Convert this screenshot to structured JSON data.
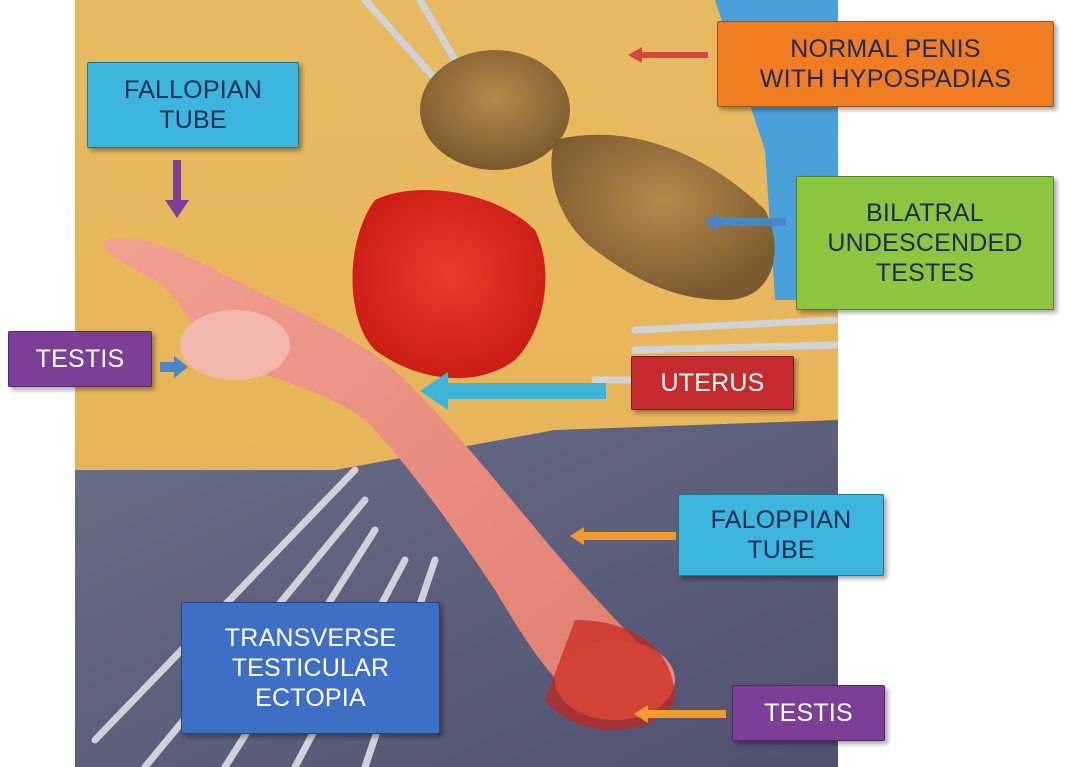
{
  "labels": {
    "normal_penis": "NORMAL PENIS\nWITH HYPOSPADIAS",
    "fallopian_tube_top": "FALLOPIAN\nTUBE",
    "bilateral_undescended": "BILATRAL\nUNDESCENDED\nTESTES",
    "testis_left": "TESTIS",
    "uterus": "UTERUS",
    "faloppian_tube_right": "FALOPPIAN\nTUBE",
    "transverse_ectopia": "TRANSVERSE\nTESTICULAR\nECTOPIA",
    "testis_bottom": "TESTIS"
  },
  "colors": {
    "orange": "#f07d22",
    "cyan": "#3cb6dc",
    "green": "#8cc63e",
    "purple": "#7b3f98",
    "red": "#c42a2e",
    "blue": "#3d6fc4",
    "arrow_red": "#d8443f",
    "arrow_blue": "#4a86c8",
    "arrow_purple": "#7b3f98",
    "arrow_cyan": "#3db4d8",
    "arrow_orange": "#f19a2e"
  }
}
